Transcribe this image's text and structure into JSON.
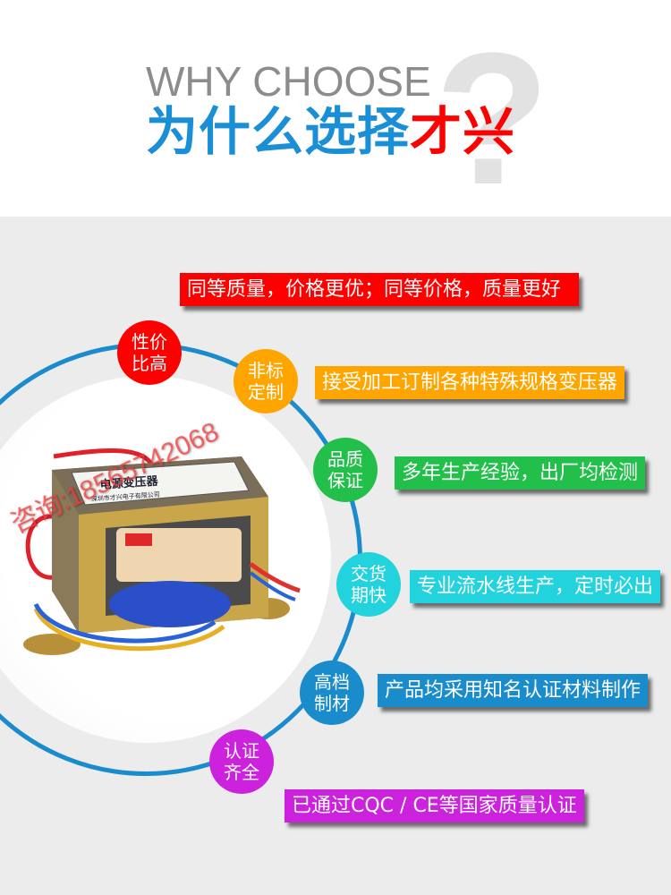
{
  "header": {
    "english_title": "WHY CHOOSE",
    "question_mark": "?",
    "chinese_title_prefix": "为什么选择",
    "chinese_title_brand": "才兴",
    "colors": {
      "english": "#8c8c8c",
      "prefix": "#1a8fd6",
      "brand": "#ff0000",
      "question_mark": "#e2e2e2"
    }
  },
  "ring_color": "#1a8bcc",
  "product": {
    "label_title": "电源变压器",
    "label_company": "深圳市才兴电子有限公司",
    "watermark": "咨询:18565742068"
  },
  "features": [
    {
      "badge_line1": "性价",
      "badge_line2": "比高",
      "text": "同等质量，价格更优；同等价格，质量更好",
      "color": "#ff0000"
    },
    {
      "badge_line1": "非标",
      "badge_line2": "定制",
      "text": "接受加工订制各种特殊规格变压器",
      "color": "#ffa500"
    },
    {
      "badge_line1": "品质",
      "badge_line2": "保证",
      "text": "多年生产经验，出厂均检测",
      "color": "#22c04a"
    },
    {
      "badge_line1": "交货",
      "badge_line2": "期快",
      "text": "专业流水线生产，定时必出",
      "color": "#22d3de"
    },
    {
      "badge_line1": "高档",
      "badge_line2": "制材",
      "text": "产品均采用知名认证材料制作",
      "color": "#1a8ccc"
    },
    {
      "badge_line1": "认证",
      "badge_line2": "齐全",
      "text": "已通过CQC / CE等国家质量认证",
      "color": "#cc22dd"
    }
  ]
}
